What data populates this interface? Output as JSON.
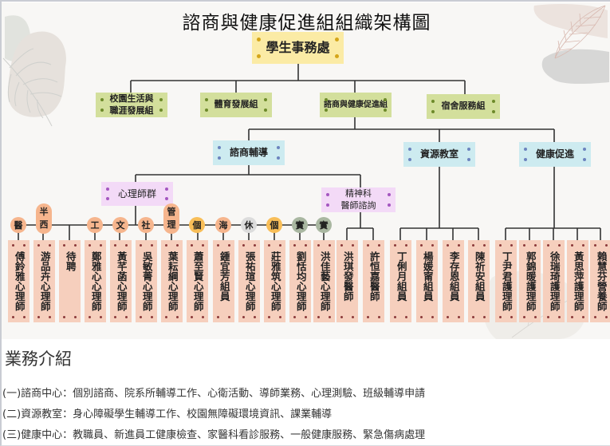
{
  "title": "諮商與健康促進組組織架構圖",
  "colors": {
    "root": "#fbeba5",
    "level2": "#d3df9c",
    "level3": "#cdebf0",
    "level4": "#f3daf7",
    "card": "#f6cfbd",
    "tag_orange": "#f6b58d",
    "tag_gold": "#f8be58",
    "tag_grey": "#dcdcdc",
    "tag_sage": "#a9b7a1"
  },
  "org": {
    "root": "學生事務處",
    "level2": [
      {
        "label": "校園生活與\n職涯發展組"
      },
      {
        "label": "體育發展組"
      },
      {
        "label": "諮商與健康促進組"
      },
      {
        "label": "宿舍服務組"
      }
    ],
    "level3": [
      {
        "label": "諮商輔導"
      },
      {
        "label": "資源教室"
      },
      {
        "label": "健康促進"
      }
    ],
    "level4": [
      {
        "label": "心理師群"
      },
      {
        "label": "精神科\n醫師諮詢"
      }
    ],
    "psychologist_tags": [
      {
        "label": "醫",
        "color": "tag_orange"
      },
      {
        "label": "半西",
        "color": "tag_orange"
      },
      {
        "label": "",
        "color": ""
      },
      {
        "label": "工",
        "color": "tag_orange"
      },
      {
        "label": "文",
        "color": "tag_orange"
      },
      {
        "label": "社",
        "color": "tag_orange"
      },
      {
        "label": "管理",
        "color": "tag_orange"
      },
      {
        "label": "個",
        "color": "tag_gold"
      },
      {
        "label": "海",
        "color": "tag_orange"
      },
      {
        "label": "休",
        "color": "tag_grey"
      },
      {
        "label": "個",
        "color": "tag_gold"
      },
      {
        "label": "實",
        "color": "tag_sage"
      },
      {
        "label": "實",
        "color": "tag_sage"
      }
    ],
    "psychologists": [
      "傅鈴雅心理師",
      "游品卉心理師",
      "待聘",
      "鄭雅心心理師",
      "黃芊菡心理師",
      "吳敏菁心理師",
      "葉耘綱心理師",
      "蕭至賢心理師",
      "鍾宜芳組員",
      "張祐瑄心理師",
      "莊雅筑心理師",
      "劉恬均心理師",
      "洪佳藝心理師"
    ],
    "psychiatrists": [
      "洪琪發醫師",
      "許恒嘉醫師"
    ],
    "resource_staff": [
      "丁俐月組員",
      "楊媛甯組員",
      "李存恩組員",
      "陳祈安組員"
    ],
    "health_staff": [
      "丁尹君護理師",
      "郭錦暖護理師",
      "徐瑞琦護理師",
      "黃思萍護理師",
      "賴慧芬營養師"
    ]
  },
  "business": {
    "heading": "業務介紹",
    "items": [
      "(一)諮商中心：個別諮商、院系所輔導工作、心衛活動、導師業務、心理測驗、班級輔導申請",
      "(二)資源教室：身心障礙學生輔導工作、校園無障礙環境資訊、課業輔導",
      "(三)健康中心：教職員、新進員工健康檢查、家醫科看診服務、一般健康服務、緊急傷病處理"
    ]
  }
}
